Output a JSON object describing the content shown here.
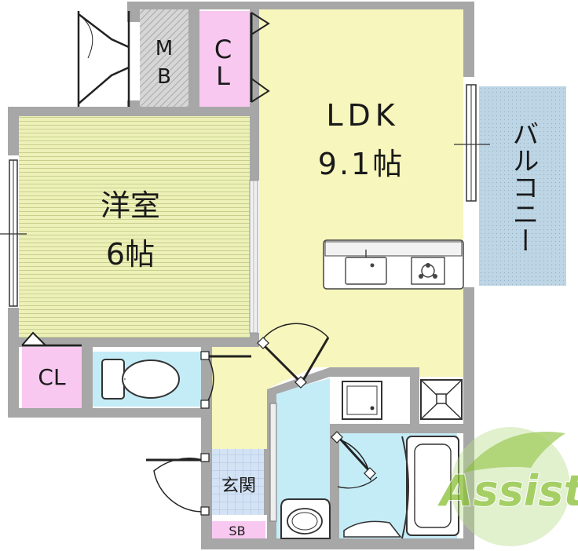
{
  "rooms": {
    "western": {
      "label": "洋室",
      "size": "6帖"
    },
    "ldk": {
      "label": "LDK",
      "size": "9.1帖"
    },
    "balcony": {
      "label": "バルコニー"
    },
    "mb": {
      "line1": "M",
      "line2": "B"
    },
    "cl_top": {
      "line1": "C",
      "line2": "L"
    },
    "cl_left": {
      "label": "CL"
    },
    "entrance": {
      "label": "玄関"
    },
    "sb": {
      "label": "SB"
    }
  },
  "watermark": {
    "text": "Assist"
  },
  "colors": {
    "ldk": "#f6f6bd",
    "western": "#ecf0b6",
    "western_lines": "#c6cf8a",
    "closet": "#f8c8f0",
    "bath": "#c4ecf6",
    "balcony": "#bcd4e4",
    "mb": "#d4d4d4",
    "entrance_tile": "#cfe0f4",
    "hallway": "#f6f6bd",
    "wall": "#a7a7a7",
    "logo_green": "#8cc23a"
  }
}
